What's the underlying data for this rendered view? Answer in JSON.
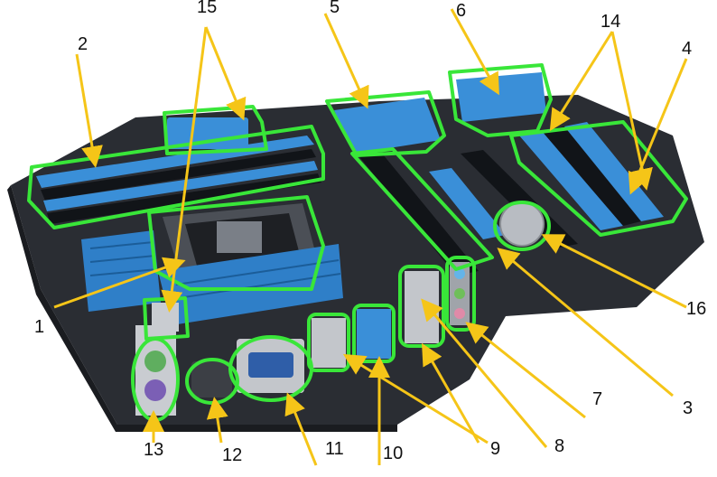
{
  "diagram": {
    "labels": [
      "1",
      "2",
      "3",
      "4",
      "5",
      "6",
      "7",
      "8",
      "9",
      "10",
      "11",
      "12",
      "13",
      "14",
      "15",
      "16"
    ],
    "colors": {
      "board": "#2a2d33",
      "slot_blue": "#3a8fd8",
      "highlight": "#39e639",
      "arrow": "#f5c518"
    }
  }
}
